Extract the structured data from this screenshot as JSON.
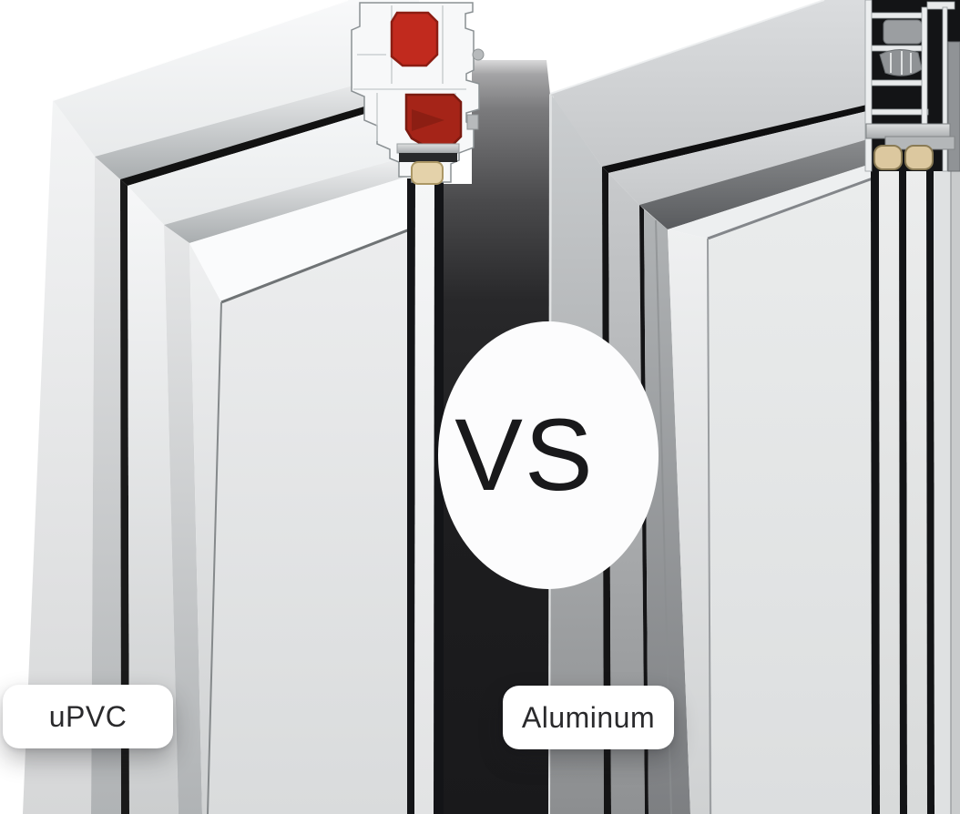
{
  "page": {
    "background": "#ffffff"
  },
  "comparison": {
    "left": {
      "label": "uPVC"
    },
    "right": {
      "label": "Aluminum"
    },
    "vs": {
      "label": "VS"
    }
  },
  "illustrations": {
    "left_window": {
      "name": "upvc-window-corner",
      "frame_color": "#f2f4f5",
      "chamber_insert_color": "#c12a1e",
      "spacer_color": "#e4d2aa",
      "glass_color": "#e7e9ea",
      "glazing_panes": 2
    },
    "right_window": {
      "name": "aluminum-window-corner",
      "frame_color": "#cdd0d2",
      "profile_cavity_color": "#131416",
      "spacer_color": "#dcc89f",
      "glass_color": "#e6e8e9",
      "glazing_panes": 3
    },
    "gap_shadow_color": "#1c1c1e"
  },
  "theme": {
    "page_bg": "#ffffff",
    "label_bg": "#ffffff",
    "label_text": "#2a2a2c",
    "vs_bg": "#fcfcfd",
    "vs_text": "#19191b"
  }
}
